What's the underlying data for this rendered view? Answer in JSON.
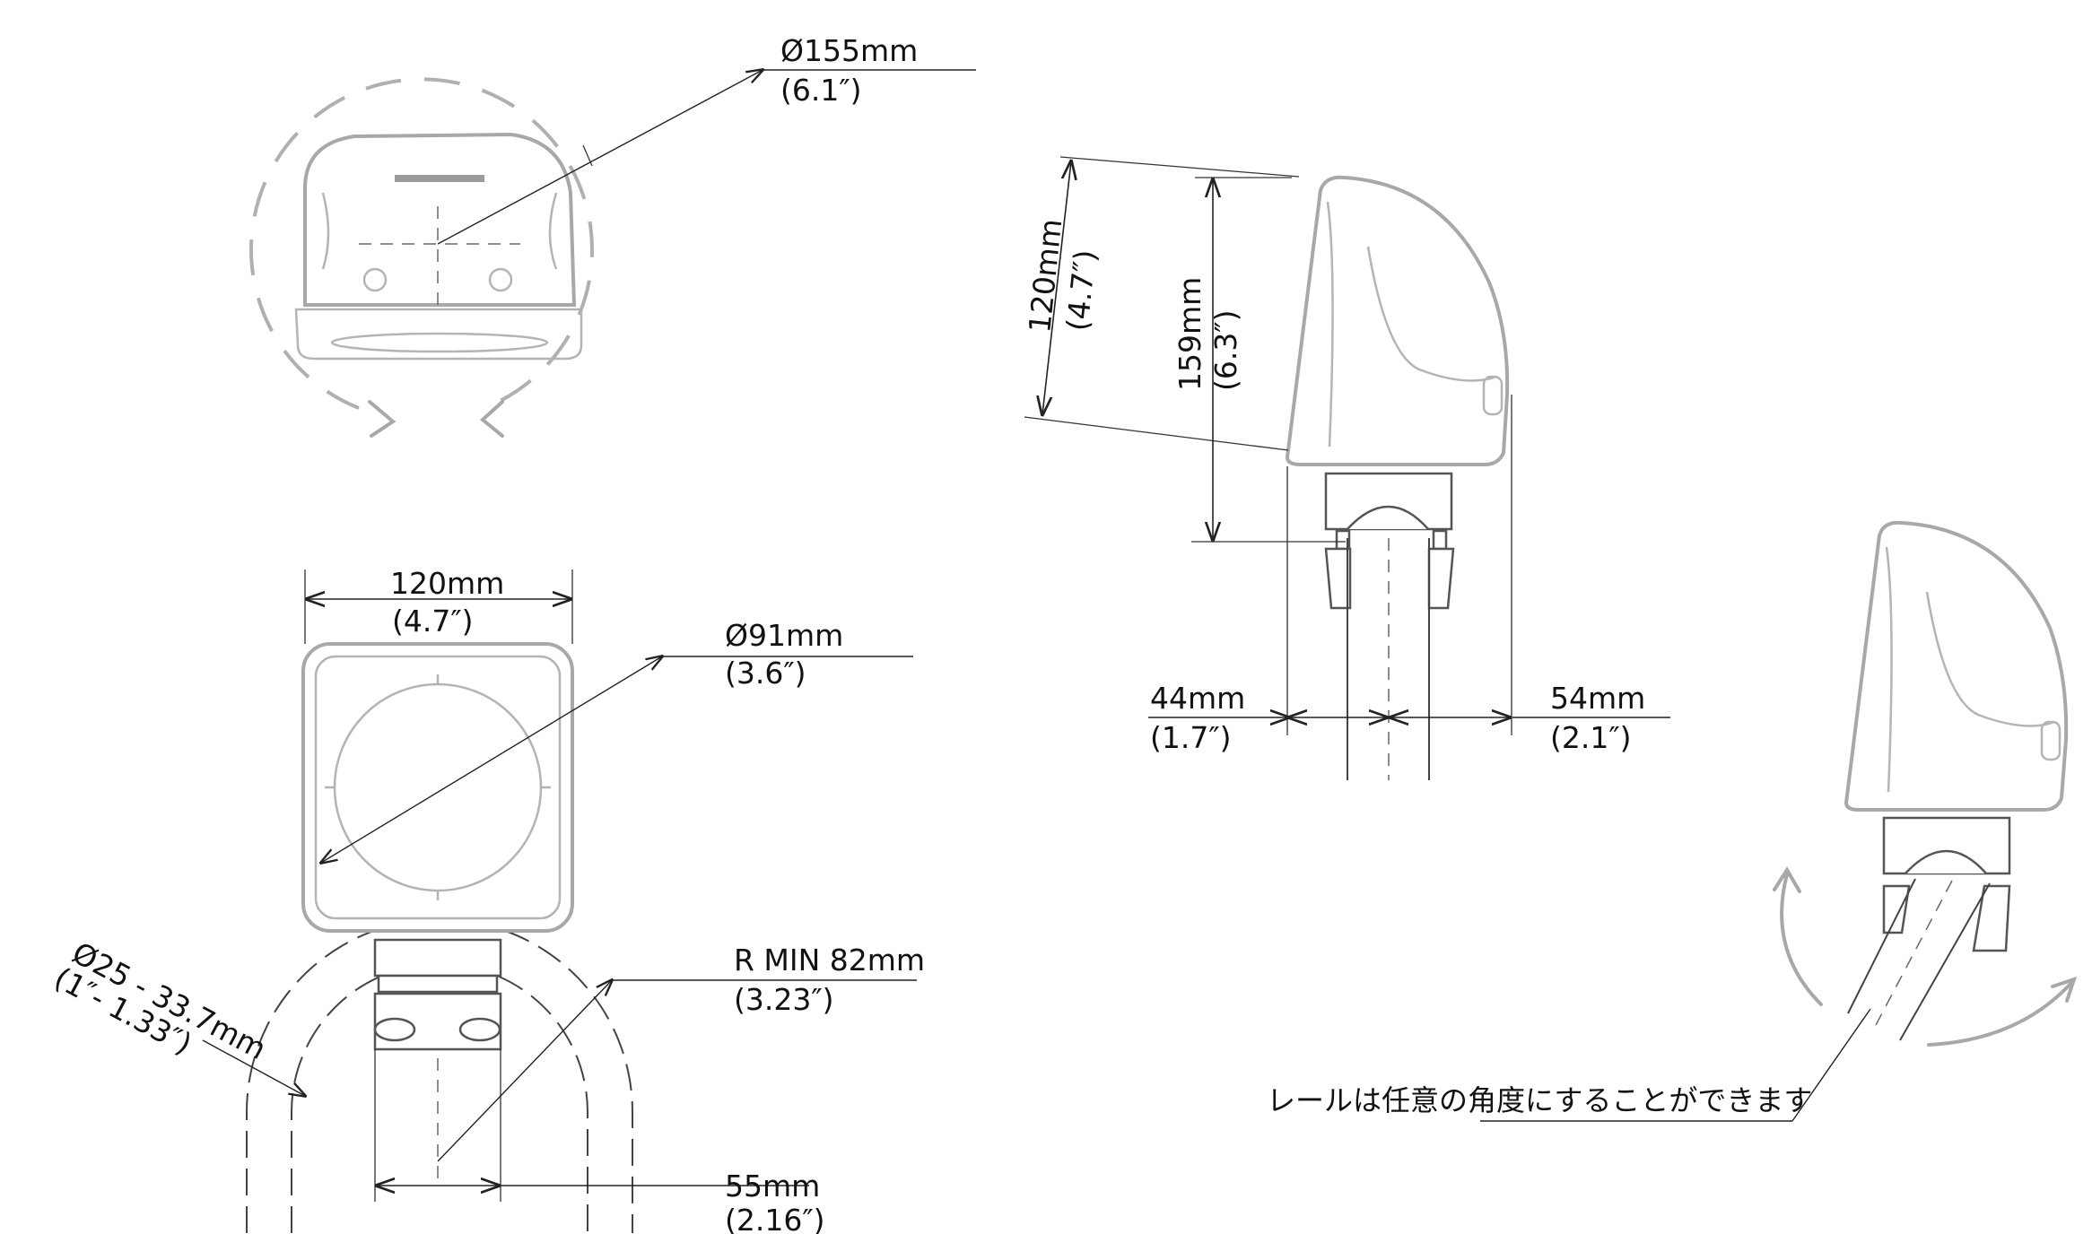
{
  "top_view": {
    "diameter_label": "Ø155mm",
    "diameter_sub": "(6.1″)"
  },
  "front_view": {
    "width_label": "120mm",
    "width_sub": "(4.7″)",
    "diameter_label": "Ø91mm",
    "diameter_sub": "(3.6″)",
    "rail_dia_label": "Ø25 - 33.7mm",
    "rail_dia_sub": "(1″- 1.33″)",
    "rmin_label": "R MIN 82mm",
    "rmin_sub": "(3.23″)",
    "bottom_label": "55mm",
    "bottom_sub": "(2.16″)"
  },
  "side_view": {
    "diag_label": "120mm",
    "diag_sub": "(4.7″)",
    "height_label": "159mm",
    "height_sub": "(6.3″)",
    "left_label": "44mm",
    "left_sub": "(1.7″)",
    "right_label": "54mm",
    "right_sub": "(2.1″)"
  },
  "angled_view": {
    "note": "レールは任意の角度にすることができます"
  },
  "colors": {
    "outline": "#a8a8a8",
    "dimension": "#222222"
  }
}
